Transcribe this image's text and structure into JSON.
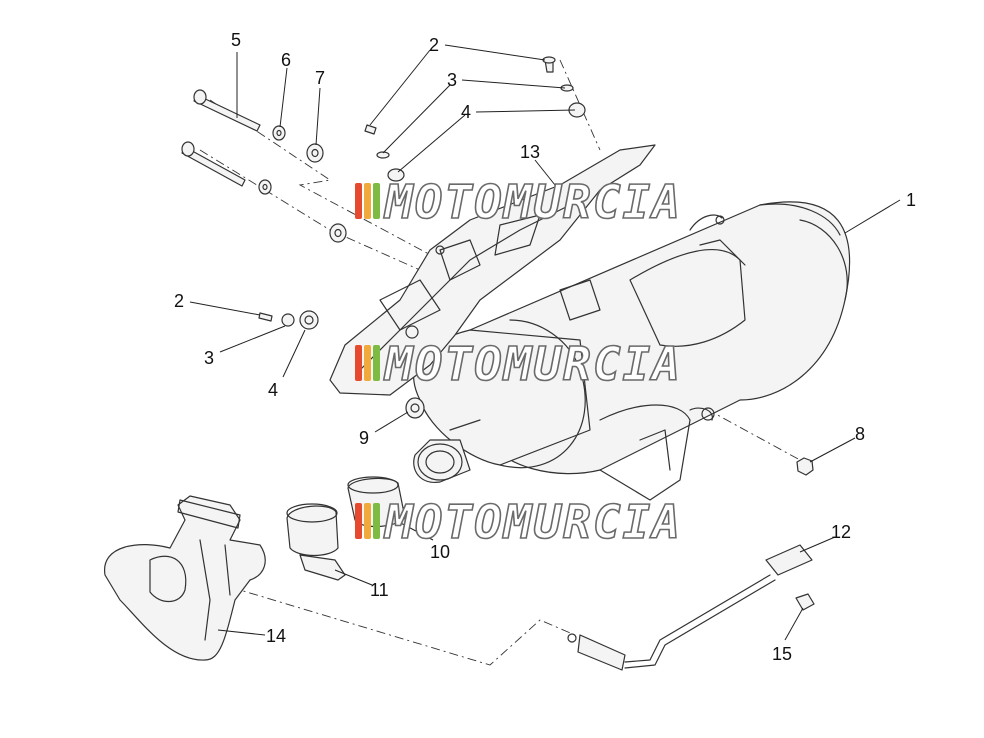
{
  "diagram": {
    "callouts": [
      "1",
      "2",
      "3",
      "4",
      "13",
      "5",
      "6",
      "7",
      "2",
      "3",
      "4",
      "8",
      "9",
      "10",
      "11",
      "12",
      "14",
      "15"
    ],
    "watermarks": [
      "MOTOMURCIA",
      "MOTOMURCIA",
      "MOTOMURCIA"
    ],
    "watermark_colors": [
      "#e64a2e",
      "#f2a93b",
      "#7dbb42"
    ]
  }
}
